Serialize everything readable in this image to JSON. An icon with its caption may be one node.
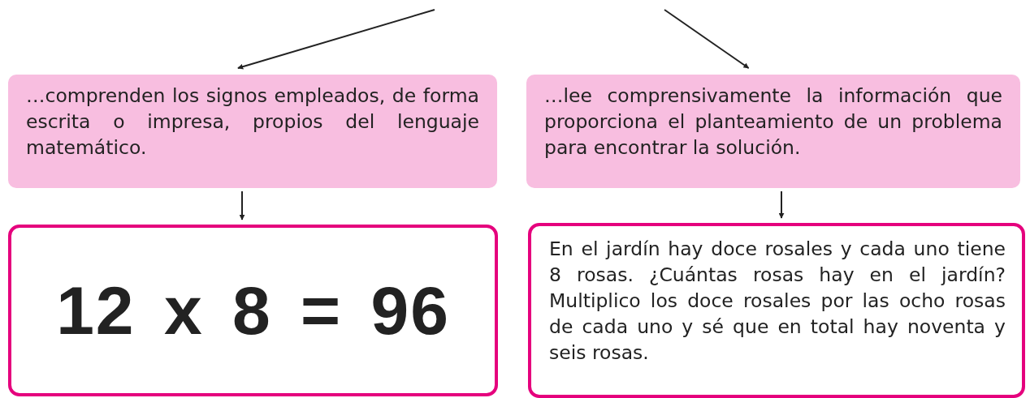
{
  "diagram": {
    "nodes": [
      {
        "text": [
          "…comprenden los signos empleados, de forma escrita o impresa, propios del lenguaje matemático."
        ]
      },
      {
        "text": [
          "…lee comprensivamente la información que proporciona el planteamiento de un problema para encontrar la solución."
        ]
      },
      {
        "text": [
          "12 x 8 = 96"
        ]
      },
      {
        "text": [
          "En el jardín hay doce rosales y cada uno tiene 8 rosas. ¿Cuántas rosas hay en el jardín? Multiplico los doce rosales por las ocho rosas de cada uno y sé que en total hay noventa y seis rosas."
        ]
      }
    ],
    "edges": [
      {
        "from": null,
        "to": 0,
        "arrow": "to"
      },
      {
        "from": null,
        "to": 1,
        "arrow": "to"
      },
      {
        "from": 0,
        "to": 2,
        "arrow": "to"
      },
      {
        "from": 1,
        "to": 3,
        "arrow": "to"
      }
    ]
  }
}
